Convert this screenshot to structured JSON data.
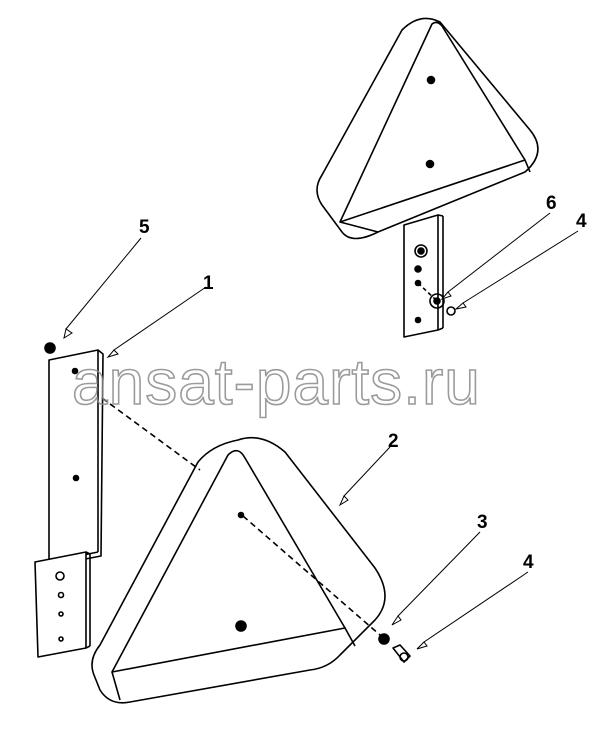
{
  "diagram": {
    "callouts": [
      {
        "id": "c1",
        "label": "1"
      },
      {
        "id": "c2",
        "label": "2"
      },
      {
        "id": "c3",
        "label": "3"
      },
      {
        "id": "c4a",
        "label": "4"
      },
      {
        "id": "c4b",
        "label": "4"
      },
      {
        "id": "c5",
        "label": "5"
      },
      {
        "id": "c6",
        "label": "6"
      }
    ],
    "watermark": "ansat-parts.ru"
  }
}
